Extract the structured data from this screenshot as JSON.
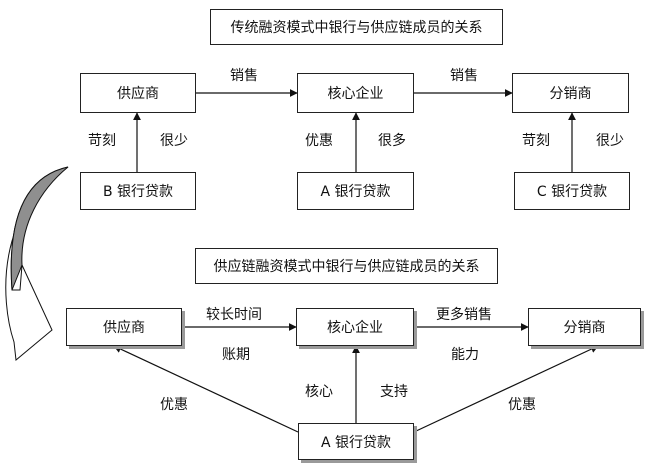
{
  "top": {
    "title": "传统融资模式中银行与供应链成员的关系",
    "nodes": {
      "supplier": "供应商",
      "core": "核心企业",
      "distributor": "分销商",
      "bank_b": "B 银行贷款",
      "bank_a": "A 银行贷款",
      "bank_c": "C 银行贷款"
    },
    "edges": {
      "sales_1": "销售",
      "sales_2": "销售",
      "b_left": "苛刻",
      "b_right": "很少",
      "a_left": "优惠",
      "a_right": "很多",
      "c_left": "苛刻",
      "c_right": "很少"
    }
  },
  "bottom": {
    "title": "供应链融资模式中银行与供应链成员的关系",
    "nodes": {
      "supplier": "供应商",
      "core": "核心企业",
      "distributor": "分销商",
      "bank_a": "A 银行贷款"
    },
    "edges": {
      "term_top": "较长时间",
      "term_bottom": "账期",
      "more_sales_top": "更多销售",
      "more_sales_bottom": "能力",
      "core_left": "核心",
      "core_right": "支持",
      "pref_left": "优惠",
      "pref_right": "优惠"
    }
  },
  "colors": {
    "line": "#111111",
    "transition_arrow_fill": "#8f8f8f",
    "box_border": "#222222",
    "shadow": "#9a9a9a"
  }
}
